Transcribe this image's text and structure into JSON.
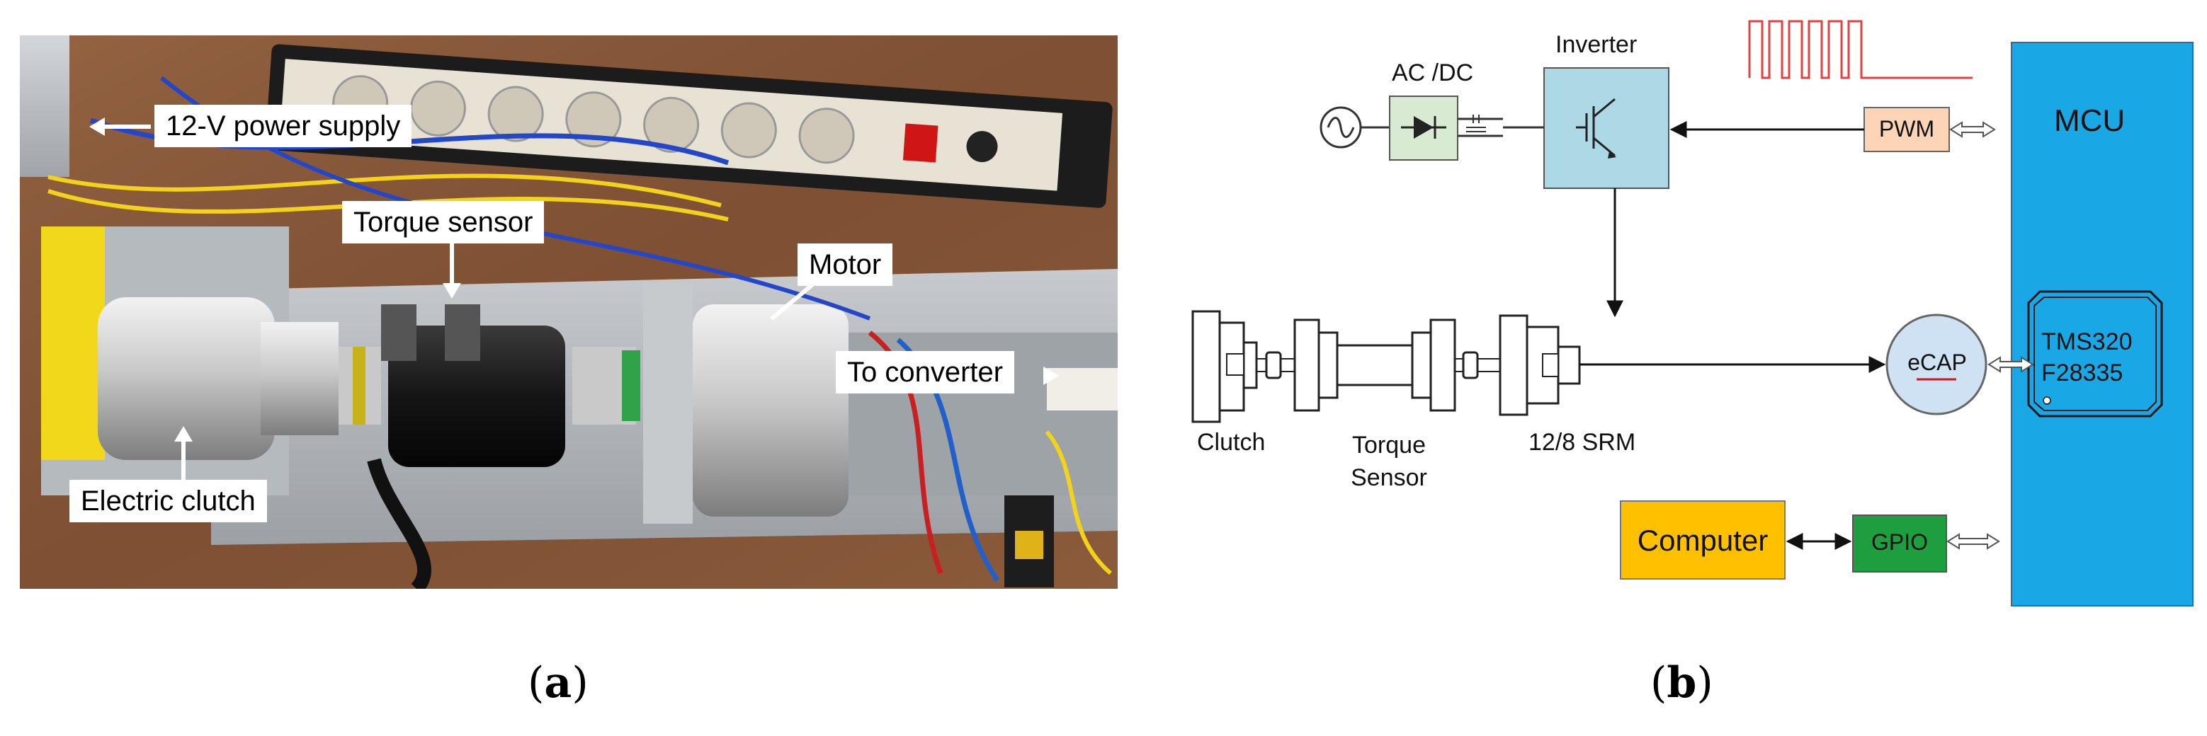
{
  "panel_a": {
    "caption": "a",
    "callouts": {
      "power_supply": "12-V power supply",
      "torque_sensor": "Torque sensor",
      "motor": "Motor",
      "converter": "To converter",
      "clutch": "Electric clutch"
    }
  },
  "panel_b": {
    "caption": "b",
    "labels": {
      "acdc": "AC /DC",
      "inverter": "Inverter",
      "pwm": "PWM",
      "mcu": "MCU",
      "chip_line1": "TMS320",
      "chip_line2": "F28335",
      "ecap": "eCAP",
      "gpio": "GPIO",
      "computer": "Computer",
      "clutch": "Clutch",
      "torque_line1": "Torque",
      "torque_line2": "Sensor",
      "srm": "12/8 SRM"
    },
    "colors": {
      "acdc_fill": "#d9ead3",
      "inverter_fill": "#add8e6",
      "pwm_fill": "#fbd5b5",
      "mcu_fill": "#1aa7e6",
      "ecap_fill": "#cfe2f3",
      "gpio_fill": "#1e9e3e",
      "computer_fill": "#ffc000",
      "pulse_color": "#e84040"
    }
  }
}
